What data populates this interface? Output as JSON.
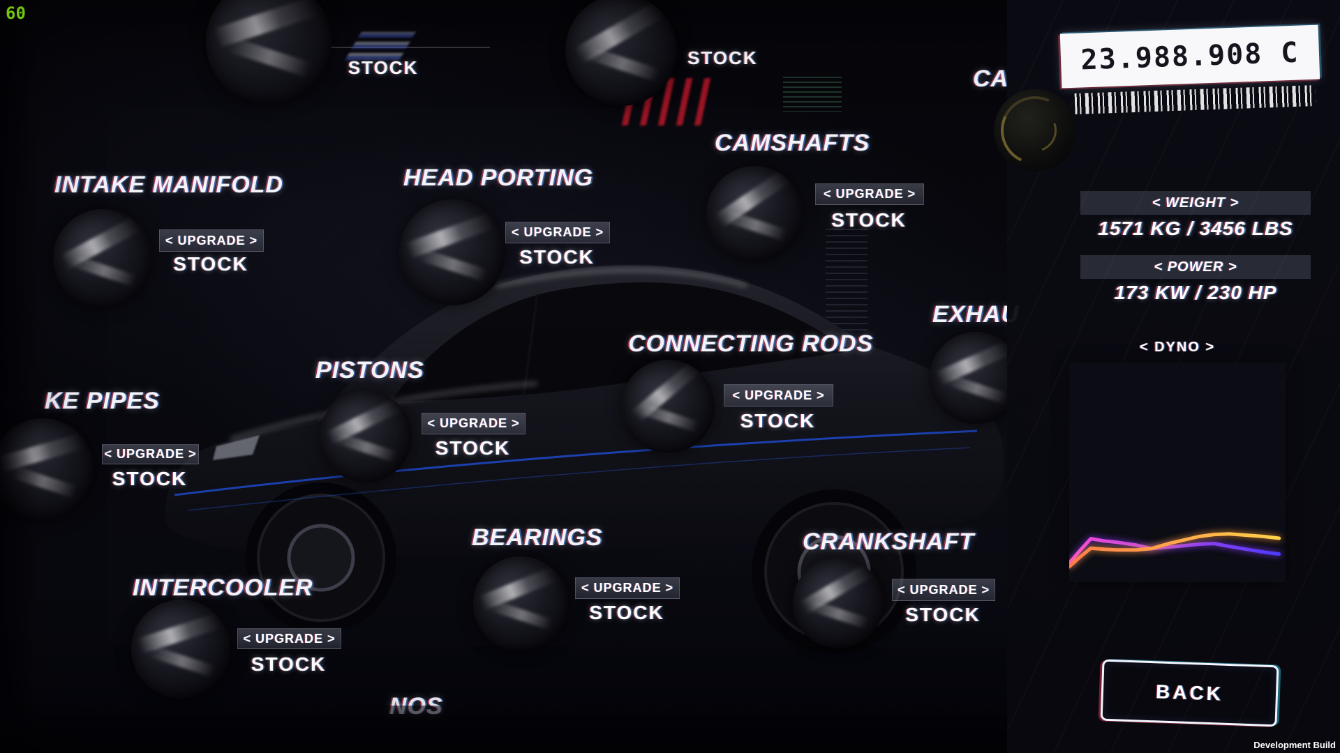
{
  "hud": {
    "fps": "60",
    "dev_build": "Development Build"
  },
  "money": {
    "amount": "23.988.908 C"
  },
  "side_panel": {
    "weight_header": "< WEIGHT >",
    "weight_value": "1571 KG / 3456 LBS",
    "power_header": "< POWER >",
    "power_value": "173 KW / 230 HP",
    "dyno_header": "< DYNO >",
    "back_label": "BACK"
  },
  "parts": [
    {
      "label": "INTAKE MANIFOLD",
      "button": "< UPGRADE >",
      "status": "STOCK"
    },
    {
      "label": "HEAD PORTING",
      "button": "< UPGRADE >",
      "status": "STOCK"
    },
    {
      "label": "CAMSHAFTS",
      "button": "< UPGRADE >",
      "status": "STOCK"
    },
    {
      "label": "KE PIPES",
      "button": "< UPGRADE >",
      "status": "STOCK"
    },
    {
      "label": "PISTONS",
      "button": "< UPGRADE >",
      "status": "STOCK"
    },
    {
      "label": "CONNECTING RODS",
      "button": "< UPGRADE >",
      "status": "STOCK"
    },
    {
      "label": "BEARINGS",
      "button": "< UPGRADE >",
      "status": "STOCK"
    },
    {
      "label": "CRANKSHAFT",
      "button": "< UPGRADE >",
      "status": "STOCK"
    },
    {
      "label": "INTERCOOLER",
      "button": "< UPGRADE >",
      "status": "STOCK"
    }
  ],
  "partial_parts": {
    "top_left_status": "STOCK",
    "top_middle_status": "STOCK",
    "exhaust_label": "EXHAU",
    "nos_label": "NOS",
    "top_right_label": "CA"
  },
  "chart_data": {
    "type": "line",
    "title": "< DYNO >",
    "xlabel": "",
    "ylabel": "",
    "axes_labeled": false,
    "grid": false,
    "legend": "none",
    "series": [
      {
        "name": "power-curve",
        "color_start": "#ff7c4a",
        "color_end": "#ffd24a",
        "points_norm": [
          [
            0,
            0.93
          ],
          [
            0.05,
            0.885
          ],
          [
            0.1,
            0.845
          ],
          [
            0.16,
            0.85
          ],
          [
            0.22,
            0.853
          ],
          [
            0.31,
            0.853
          ],
          [
            0.38,
            0.847
          ],
          [
            0.46,
            0.824
          ],
          [
            0.53,
            0.808
          ],
          [
            0.6,
            0.792
          ],
          [
            0.67,
            0.783
          ],
          [
            0.74,
            0.78
          ],
          [
            0.82,
            0.786
          ],
          [
            0.9,
            0.792
          ],
          [
            0.97,
            0.8
          ]
        ]
      },
      {
        "name": "torque-curve",
        "color_start": "#ff4ad8",
        "color_end": "#4a3bff",
        "points_norm": [
          [
            0,
            0.914
          ],
          [
            0.05,
            0.856
          ],
          [
            0.1,
            0.802
          ],
          [
            0.16,
            0.812
          ],
          [
            0.22,
            0.818
          ],
          [
            0.31,
            0.831
          ],
          [
            0.38,
            0.847
          ],
          [
            0.46,
            0.84
          ],
          [
            0.53,
            0.834
          ],
          [
            0.6,
            0.827
          ],
          [
            0.67,
            0.824
          ],
          [
            0.74,
            0.837
          ],
          [
            0.82,
            0.85
          ],
          [
            0.9,
            0.863
          ],
          [
            0.97,
            0.872
          ]
        ]
      }
    ]
  }
}
